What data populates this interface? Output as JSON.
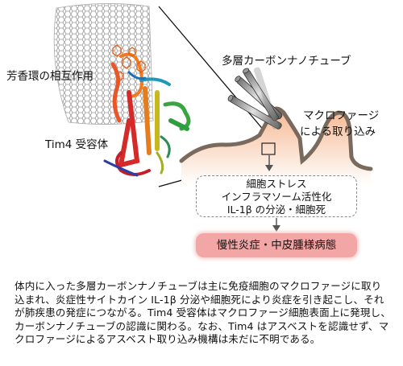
{
  "labels": {
    "aromatic": "芳香環の相互作用",
    "receptor": "Tim4 受容体",
    "cnt": "多層カーボンナノチューブ",
    "uptake_line1": "マクロファージ",
    "uptake_line2": "による取り込み"
  },
  "stress_box": {
    "line1": "細胞ストレス",
    "line2": "インフラマソーム活性化",
    "line3": "IL-1β の分泌・細胞死"
  },
  "outcome": "慢性炎症・中皮腫様病態",
  "caption": "体内に入った多層カーボンナノチューブは主に免疫細胞のマクロファージに取り込まれ、炎症性サイトカイン IL-1β 分泌や細胞死により炎症を引き起こし、それが肺疾患の発症につながる。Tim4 受容体はマクロファージ細胞表面上に発現し、カーボンナノチューブの認識に関わる。なお、Tim4 はアスベストを認識せず、マクロファージによるアスベスト取り込み機構は未だに不明である。",
  "colors": {
    "membrane_fill": "#f9d2b6",
    "membrane_stroke": "#7a6a5e",
    "outcome_bg": "#f2a6a6"
  }
}
